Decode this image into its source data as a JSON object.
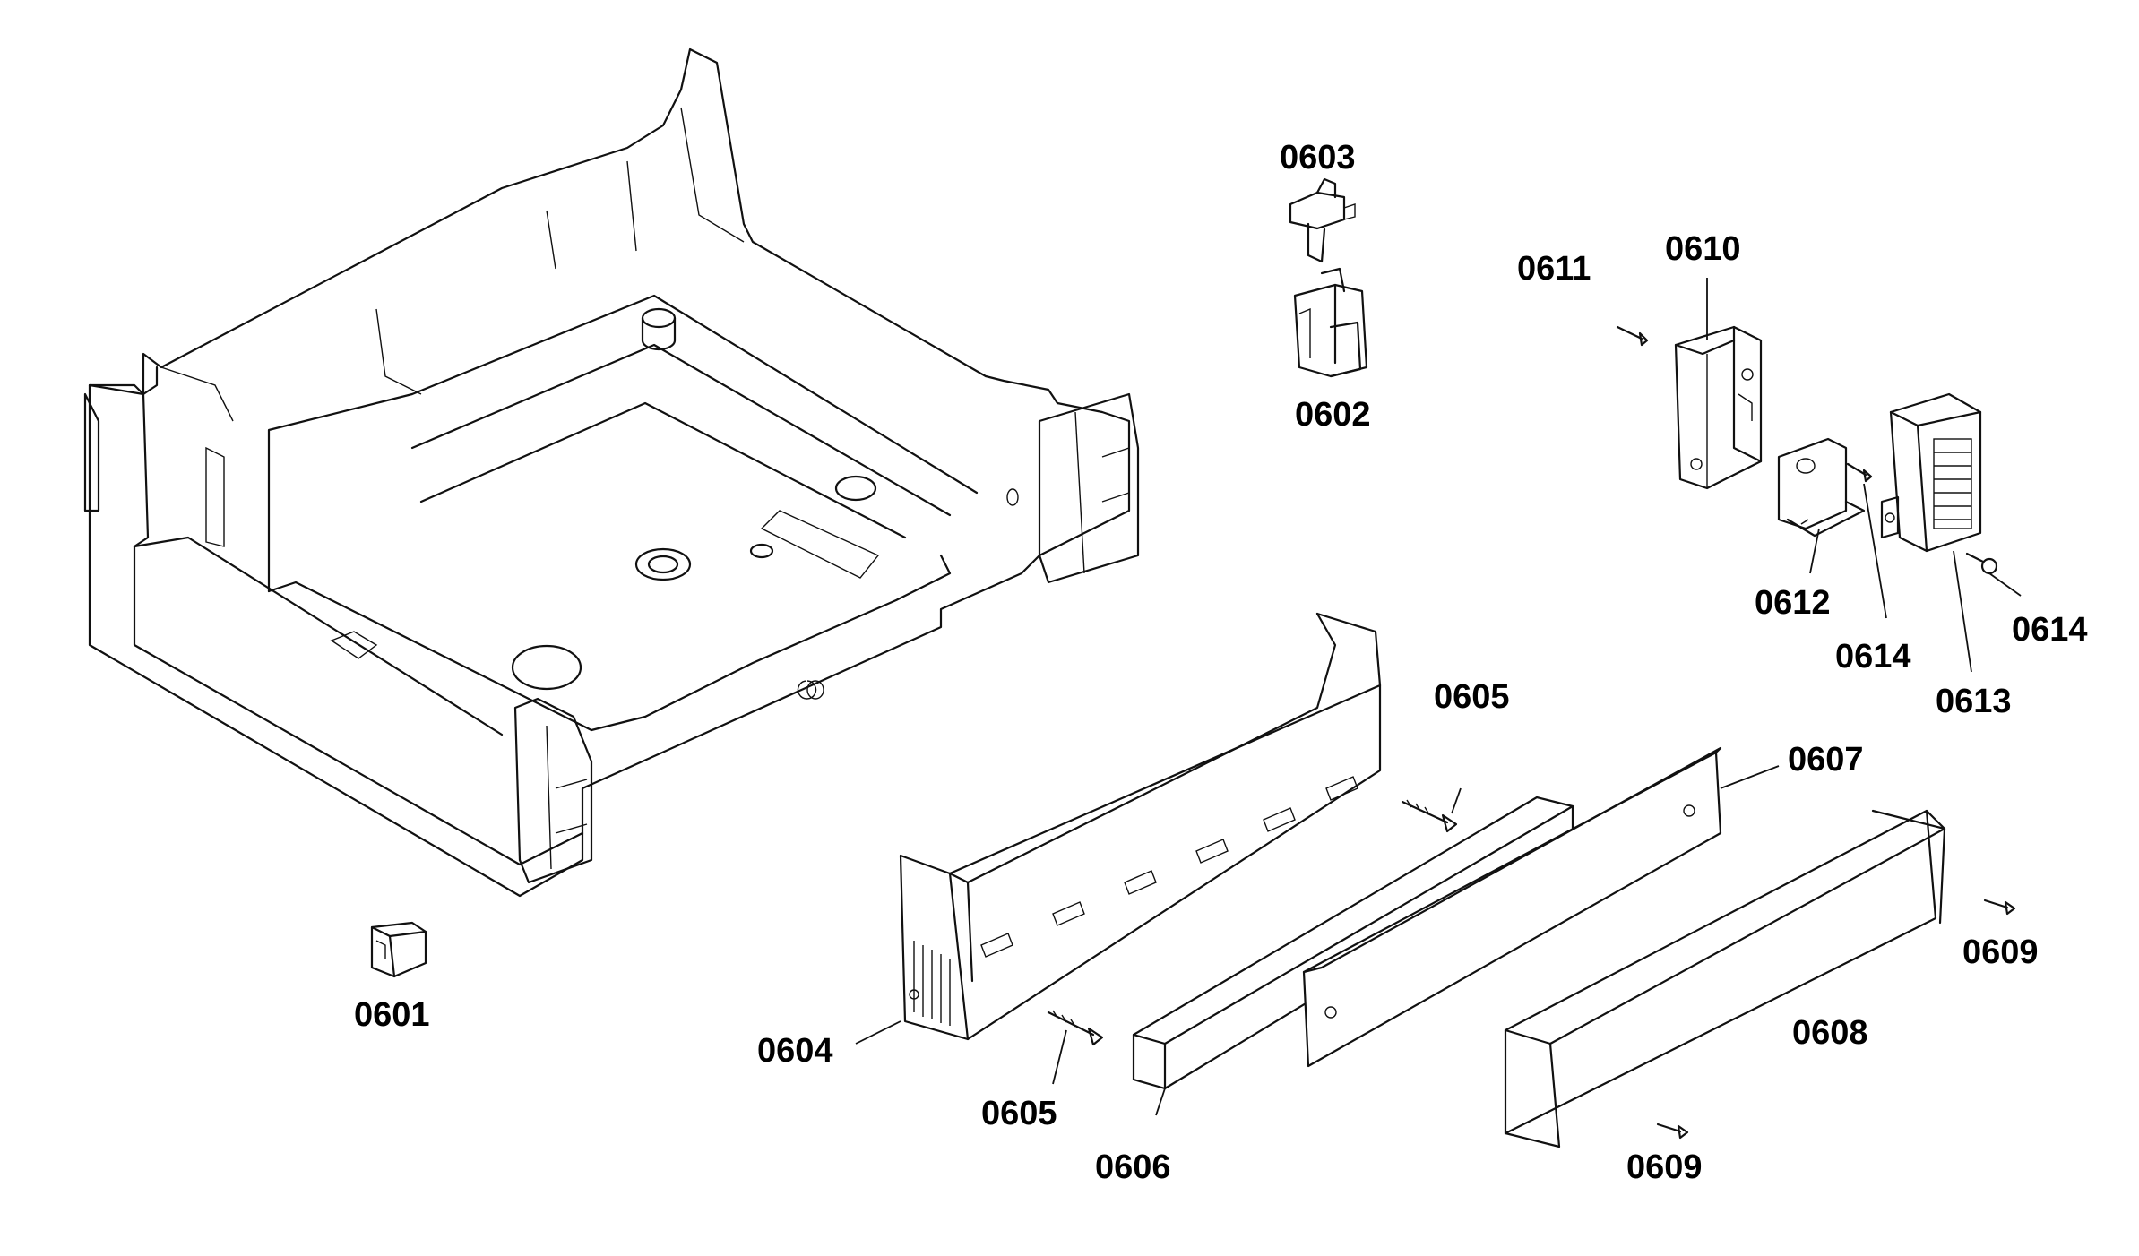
{
  "callouts": {
    "p0601": "0601",
    "p0602": "0602",
    "p0603": "0603",
    "p0604": "0604",
    "p0605_top": "0605",
    "p0605_bottom": "0605",
    "p0606": "0606",
    "p0607": "0607",
    "p0608": "0608",
    "p0609_right": "0609",
    "p0609_bottom": "0609",
    "p0610": "0610",
    "p0611": "0611",
    "p0612": "0612",
    "p0613": "0613",
    "p0614_mid": "0614",
    "p0614_right": "0614"
  }
}
